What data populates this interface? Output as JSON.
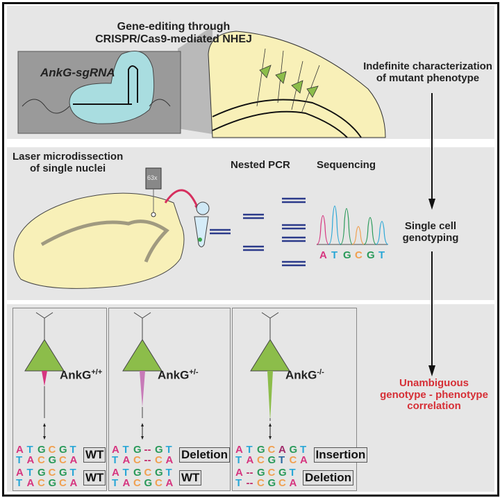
{
  "panel1": {
    "title_line1": "Gene-editing through",
    "title_line2": "CRISPR/Cas9-mediated NHEJ",
    "sgrna_label": "AnkG-sgRNA",
    "neuron_marks": [
      "?",
      "?",
      "?",
      "?"
    ],
    "outcome_line1": "Indefinite characterization",
    "outcome_line2": "of mutant phenotype"
  },
  "panel2": {
    "lmd_line1": "Laser microdissection",
    "lmd_line2": "of single nuclei",
    "objective_label": "63x",
    "pcr_label": "Nested PCR",
    "seq_label": "Sequencing",
    "chromatogram_bases": [
      "A",
      "T",
      "G",
      "C",
      "G",
      "T"
    ],
    "outcome_line1": "Single cell",
    "outcome_line2": "genotyping"
  },
  "panel3": {
    "genotypes": [
      {
        "name": "AnkG",
        "sup": "+/+",
        "alleles": [
          {
            "top": [
              "A",
              "T",
              "G",
              "C",
              "G",
              "T"
            ],
            "bottom": [
              "T",
              "A",
              "C",
              "G",
              "C",
              "A"
            ],
            "label": "WT"
          },
          {
            "top": [
              "A",
              "T",
              "G",
              "C",
              "G",
              "T"
            ],
            "bottom": [
              "T",
              "A",
              "C",
              "G",
              "C",
              "A"
            ],
            "label": "WT"
          }
        ]
      },
      {
        "name": "AnkG",
        "sup": "+/-",
        "alleles": [
          {
            "top": [
              "A",
              "T",
              "G",
              "--",
              "G",
              "T"
            ],
            "bottom": [
              "T",
              "A",
              "C",
              "--",
              "C",
              "A"
            ],
            "label": "Deletion"
          },
          {
            "top": [
              "A",
              "T",
              "G",
              "C",
              "G",
              "T"
            ],
            "bottom": [
              "T",
              "A",
              "C",
              "G",
              "C",
              "A"
            ],
            "label": "WT"
          }
        ]
      },
      {
        "name": "AnkG",
        "sup": "-/-",
        "alleles": [
          {
            "top": [
              "A",
              "T",
              "G",
              "C",
              "A",
              "G",
              "T"
            ],
            "bottom": [
              "T",
              "A",
              "C",
              "G",
              "T",
              "C",
              "A"
            ],
            "label": "Insertion"
          },
          {
            "top": [
              "A",
              "--",
              "G",
              "C",
              "G",
              "T"
            ],
            "bottom": [
              "T",
              "--",
              "C",
              "G",
              "C",
              "A"
            ],
            "label": "Deletion"
          }
        ]
      }
    ],
    "outcome_line1": "Unambiguous",
    "outcome_line2": "genotype - phenotype",
    "outcome_line3": "correlation"
  },
  "colors": {
    "A": "#d6357f",
    "T": "#2aa7d6",
    "G": "#2a9a5a",
    "C": "#f0a050",
    "-": "#c02a6a",
    "outcome_red": "#d62f36",
    "neuron_green": "#8cbd4a",
    "tissue_yellow": "#f8f0b8"
  }
}
